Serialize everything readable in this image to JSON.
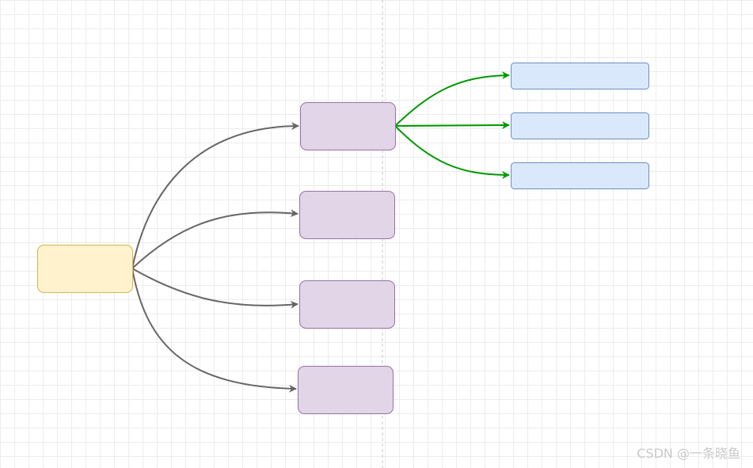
{
  "watermark": "CSDN @一条晓鱼",
  "colors": {
    "root_fill": "#fff2cc",
    "root_stroke": "#d6b656",
    "mid_fill": "#e1d5e7",
    "mid_stroke": "#9673a6",
    "leaf_fill": "#dae8fc",
    "leaf_stroke": "#6c8ebf",
    "gray_edge": "#666666",
    "green_edge": "#009900",
    "page_divider": "#c8c8c8"
  },
  "nodes": [
    {
      "id": "root",
      "kind": "root"
    },
    {
      "id": "mid-1",
      "kind": "mid"
    },
    {
      "id": "mid-2",
      "kind": "mid"
    },
    {
      "id": "mid-3",
      "kind": "mid"
    },
    {
      "id": "mid-4",
      "kind": "mid"
    },
    {
      "id": "leaf-1",
      "kind": "leaf"
    },
    {
      "id": "leaf-2",
      "kind": "leaf"
    },
    {
      "id": "leaf-3",
      "kind": "leaf"
    }
  ],
  "edges": [
    {
      "from": "root",
      "to": "mid-1"
    },
    {
      "from": "root",
      "to": "mid-2"
    },
    {
      "from": "root",
      "to": "mid-3"
    },
    {
      "from": "root",
      "to": "mid-4"
    },
    {
      "from": "mid-1",
      "to": "leaf-1"
    },
    {
      "from": "mid-1",
      "to": "leaf-2"
    },
    {
      "from": "mid-1",
      "to": "leaf-3"
    }
  ]
}
